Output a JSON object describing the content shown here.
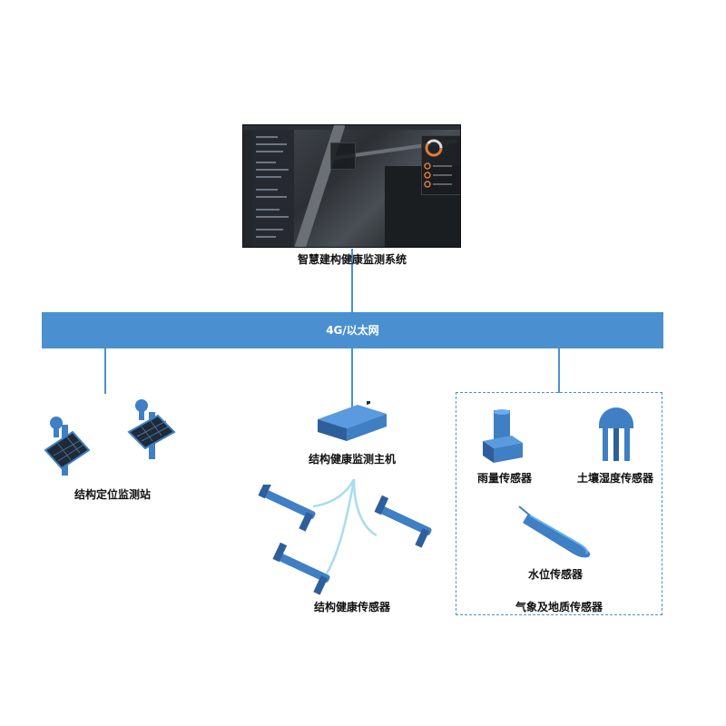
{
  "system_label": "智慧建构健康监测系统",
  "network_label": "4G/以太网",
  "positioning_label": "结构定位监测站",
  "host_label": "结构健康监测主机",
  "structural_sensor_label": "结构健康传感器",
  "rain_sensor_label": "雨量传感器",
  "soil_sensor_label": "土壤湿度传感器",
  "water_sensor_label": "水位传感器",
  "weather_group_label": "气象及地质传感器",
  "colors": {
    "network_bus": "#4a90d0",
    "device_blue": "#3f7fc4",
    "device_dark": "#2e5f9c",
    "wireless_line": "#a8dcef",
    "connector": "#4a90d0"
  },
  "icons": [
    "dashboard-monitor-icon",
    "solar-panel-station-icon",
    "host-device-icon",
    "strain-sensor-icon",
    "rain-gauge-icon",
    "soil-moisture-icon",
    "water-level-probe-icon"
  ]
}
